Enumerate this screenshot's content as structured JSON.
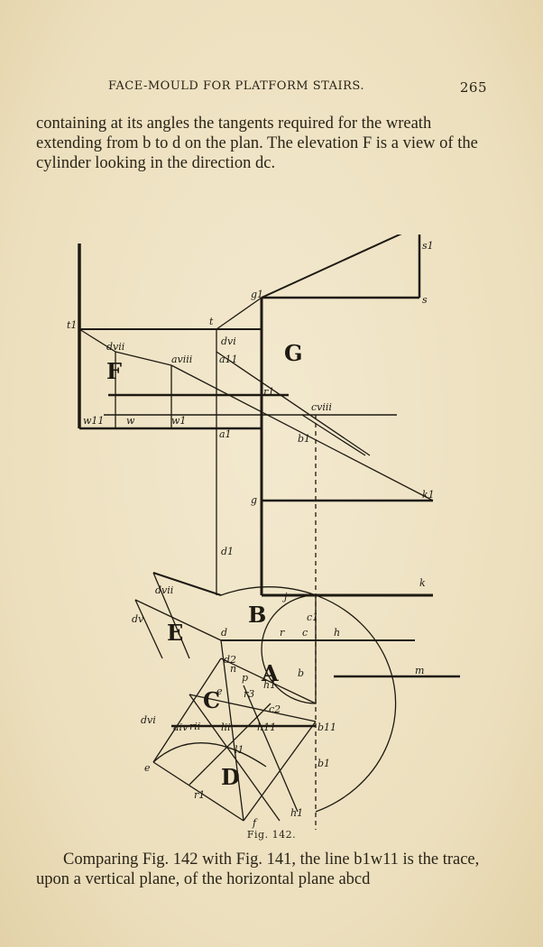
{
  "running_head": {
    "title": "FACE-MOULD FOR PLATFORM STAIRS.",
    "page_number": "265"
  },
  "paragraph_1": "containing at its angles the tangents required for the wreath extending from b to d on the plan. The elevation F is a view of the cylinder looking in the direction dc.",
  "figure": {
    "caption": "Fig. 142.",
    "region_labels": [
      "F",
      "G",
      "E",
      "B",
      "A",
      "C",
      "D"
    ],
    "point_labels": [
      "s1",
      "s",
      "g1",
      "t",
      "t1",
      "dvi",
      "dvii",
      "aviii",
      "a11",
      "r1",
      "cviii",
      "b1",
      "a1",
      "w11",
      "w",
      "w1",
      "g",
      "k1",
      "d1",
      "k",
      "j",
      "c1",
      "dvii",
      "dv",
      "d",
      "r",
      "c",
      "h",
      "d2",
      "n",
      "p",
      "b",
      "m",
      "e",
      "dvi",
      "r3",
      "h1",
      "c2",
      "aiv",
      "rii",
      "lii",
      "b11",
      "e",
      "h11",
      "l1",
      "b1",
      "r1",
      "f",
      "h1"
    ]
  },
  "paragraph_2": "Comparing Fig. 142 with Fig. 141, the line b1w11 is the trace, upon a vertical plane, of the horizontal plane abcd"
}
